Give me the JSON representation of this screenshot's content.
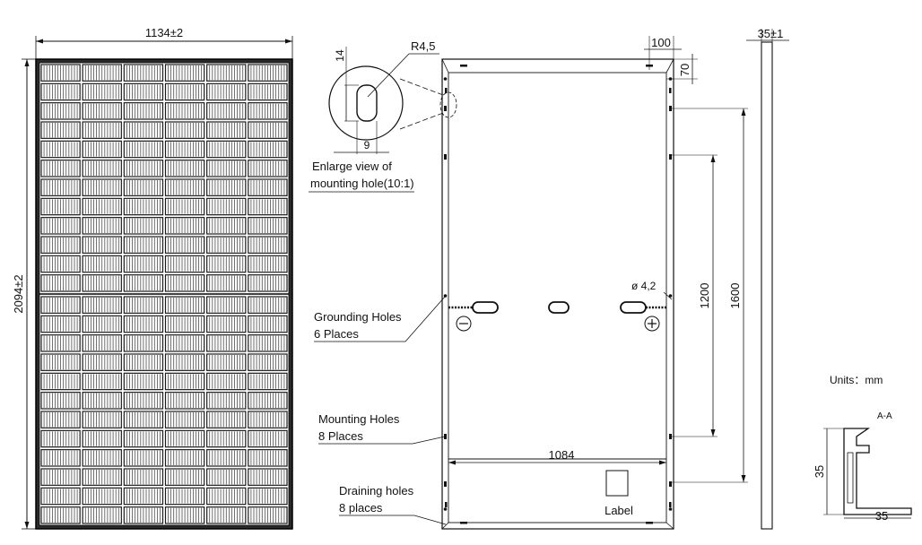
{
  "front_view": {
    "width_dim": "1134±2",
    "height_dim": "2094±2"
  },
  "detail_view": {
    "radius_dim": "R4,5",
    "height_dim": "14",
    "width_dim": "9",
    "caption_line1": "Enlarge view of",
    "caption_line2": "mounting hole(10:1)"
  },
  "rear_view": {
    "dim_100": "100",
    "dim_70": "70",
    "dim_1200": "1200",
    "dim_1600": "1600",
    "dim_1084": "1084",
    "hole_dia": "ø 4,2",
    "label_text": "Label",
    "callouts": {
      "grounding_line1": "Grounding Holes",
      "grounding_line2": "6 Places",
      "mounting_line1": "Mounting Holes",
      "mounting_line2": "8 Places",
      "draining_line1": "Draining holes",
      "draining_line2": "8 places"
    }
  },
  "side_view": {
    "thickness_dim": "35±1"
  },
  "section": {
    "units_text": "Units：mm",
    "section_label": "A-A",
    "height_dim": "35",
    "width_dim": "35"
  }
}
